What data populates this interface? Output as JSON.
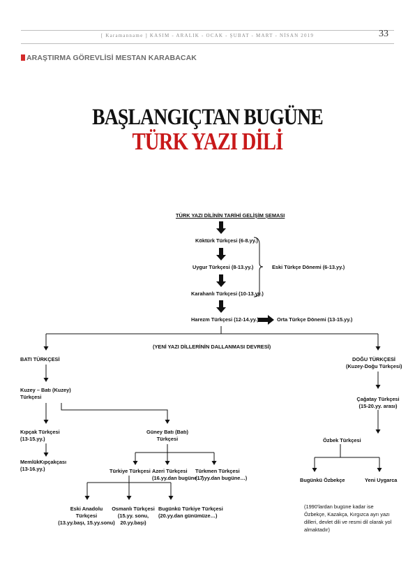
{
  "header": {
    "running_title": "[ Karamanname ]  KASIM - ARALIK - OCAK - ŞUBAT - MART - NİSAN   2019",
    "page_number": "33"
  },
  "section_label": "ARAŞTIRMA GÖREVLİSİ MESTAN KARABACAK",
  "title": {
    "line1": "BAŞLANGIÇTAN BUGÜNE",
    "line2": "TÜRK YAZI DİLİ"
  },
  "diagram": {
    "heading": "TÜRK YAZI DİLİNİN TARİHİ GELİŞİM ŞEMASI",
    "gokturk": "Köktürk Türkçesi (6-8.yy.)",
    "uygur": "Uygur Türkçesi (8-13.yy.)",
    "karahanli": "Karahanlı Türkçesi (10-13.yy.)",
    "eski_turkce": "Eski Türkçe Dönemi (6-13.yy.)",
    "harezm": "Harezm Türkçesi (12-14.yy.)",
    "orta_turkce": "Orta Türkçe Dönemi (13-15.yy.)",
    "dallanma": "(YENİ YAZI DİLLERİNİN DALLANMASI DEVRESİ)",
    "bati": "BATI TÜRKÇESİ",
    "dogu_1": "DOĞU TÜRKÇESİ",
    "dogu_2": "(Kuzey-Doğu Türkçesi)",
    "kuzey_bati_1": "Kuzey – Batı (Kuzey)",
    "kuzey_bati_2": "Türkçesi",
    "cagatay_1": "Çağatay Türkçesi",
    "cagatay_2": "(15-20.yy. arası)",
    "kipcak_1": "Kıpçak Türkçesi",
    "kipcak_2": "(13-15.yy.)",
    "guney_bati_1": "Güney Batı (Batı)",
    "guney_bati_2": "Türkçesi",
    "ozbek": "Özbek Türkçesi",
    "memluk_1": "MemlükKıpçakçası",
    "memluk_2": "(13-16.yy.)",
    "turkiye": "Türkiye Türkçesi",
    "azeri_1": "Azeri Türkçesi",
    "azeri_2": "(16.yy.dan bugüne…)",
    "turkmen_1": "Türkmen Türkçesi",
    "turkmen_2": "(17.yy.dan bugüne…)",
    "bugunku_ozbekce": "Bugünkü Özbekçe",
    "yeni_uygurca": "Yeni Uygarca",
    "eski_anadolu_1": "Eski Anadolu",
    "eski_anadolu_2": "Türkçesi",
    "eski_anadolu_3": "(13.yy.başı, 15.yy.sonu)",
    "osmanli_1": "Osmanlı Türkçesi",
    "osmanli_2": "(15.yy. sonu,",
    "osmanli_3": "20.yy.başı)",
    "bugunku_turkiye_1": "Bugünkü Türkiye Türkçesi",
    "bugunku_turkiye_2": "(20.yy.dan günümüze…)",
    "note_1": "(1990'lardan bugüne kadar ise",
    "note_2": "Özbekçe, Kazakça, Kırgızca ayrı yazı",
    "note_3": "dilleri, devlet dili ve resmi dil olarak yol",
    "note_4": "almaktadır)"
  }
}
